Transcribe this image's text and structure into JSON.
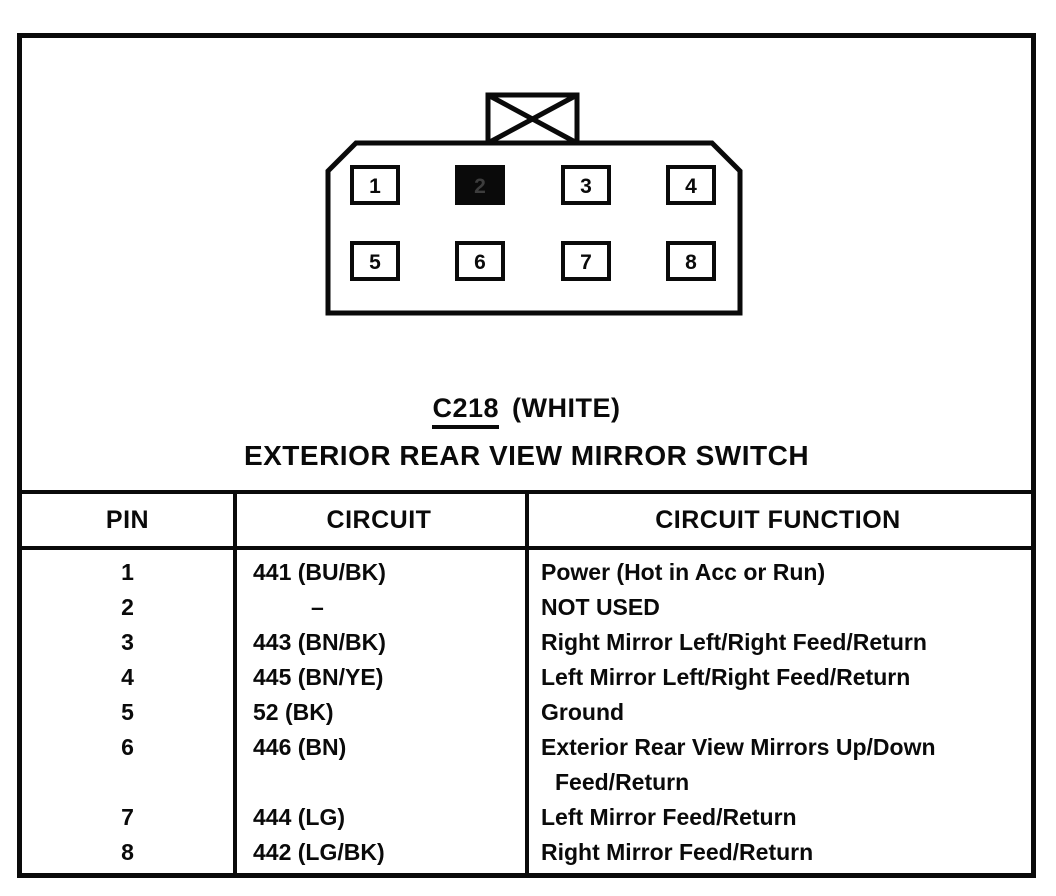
{
  "page": {
    "connector_id": "C218",
    "connector_color": "(WHITE)",
    "connector_name": "EXTERIOR REAR VIEW MIRROR SWITCH"
  },
  "connector": {
    "rows": 2,
    "pins_per_row": 4,
    "highlighted_pin": "2",
    "pins": [
      {
        "num": "1"
      },
      {
        "num": "2"
      },
      {
        "num": "3"
      },
      {
        "num": "4"
      },
      {
        "num": "5"
      },
      {
        "num": "6"
      },
      {
        "num": "7"
      },
      {
        "num": "8"
      }
    ]
  },
  "table": {
    "headers": [
      "PIN",
      "CIRCUIT",
      "CIRCUIT FUNCTION"
    ],
    "rows": [
      {
        "pin": "1",
        "circuit": "441 (BU/BK)",
        "function": "Power (Hot in Acc or Run)"
      },
      {
        "pin": "2",
        "circuit": "–",
        "function": "NOT USED"
      },
      {
        "pin": "3",
        "circuit": "443 (BN/BK)",
        "function": "Right Mirror Left/Right Feed/Return"
      },
      {
        "pin": "4",
        "circuit": "445 (BN/YE)",
        "function": "Left Mirror Left/Right Feed/Return"
      },
      {
        "pin": "5",
        "circuit": "52 (BK)",
        "function": "Ground"
      },
      {
        "pin": "6",
        "circuit": "446 (BN)",
        "function": "Exterior Rear View Mirrors Up/Down Feed/Return"
      },
      {
        "pin": "7",
        "circuit": "444 (LG)",
        "function": "Left Mirror Feed/Return"
      },
      {
        "pin": "8",
        "circuit": "442 (LG/BK)",
        "function": "Right Mirror Feed/Return"
      }
    ]
  },
  "colors": {
    "ink": "#0a0a0a",
    "paper": "#ffffff",
    "highlighted_pin_fill": "#0a0a0a",
    "highlighted_pin_digit": "#3d3d3d"
  }
}
